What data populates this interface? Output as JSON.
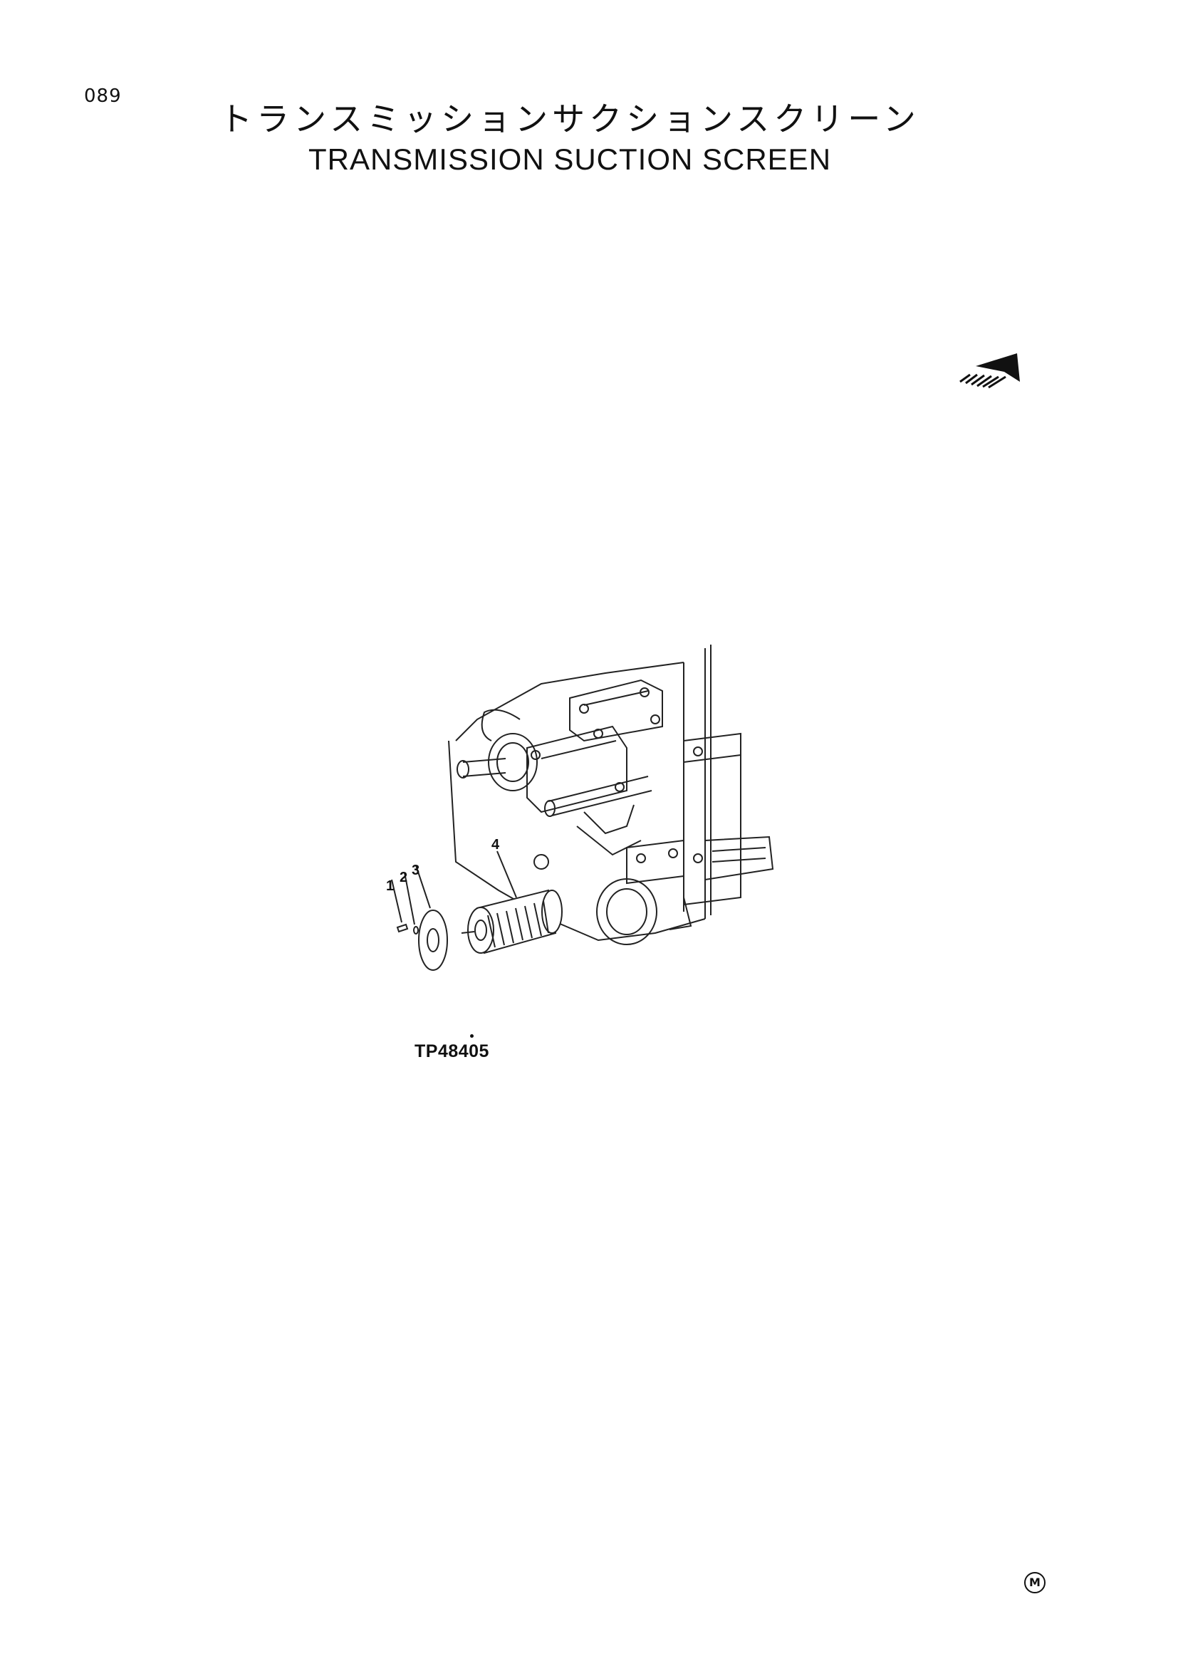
{
  "header": {
    "page_number": "089",
    "title_jp": "トランスミッションサクションスクリーン",
    "title_en": "TRANSMISSION SUCTION SCREEN"
  },
  "diagram": {
    "callouts": [
      {
        "label": "1"
      },
      {
        "label": "2"
      },
      {
        "label": "3"
      },
      {
        "label": "4"
      }
    ],
    "figure_code": "TP48405"
  },
  "footer": {
    "mark": "M"
  }
}
